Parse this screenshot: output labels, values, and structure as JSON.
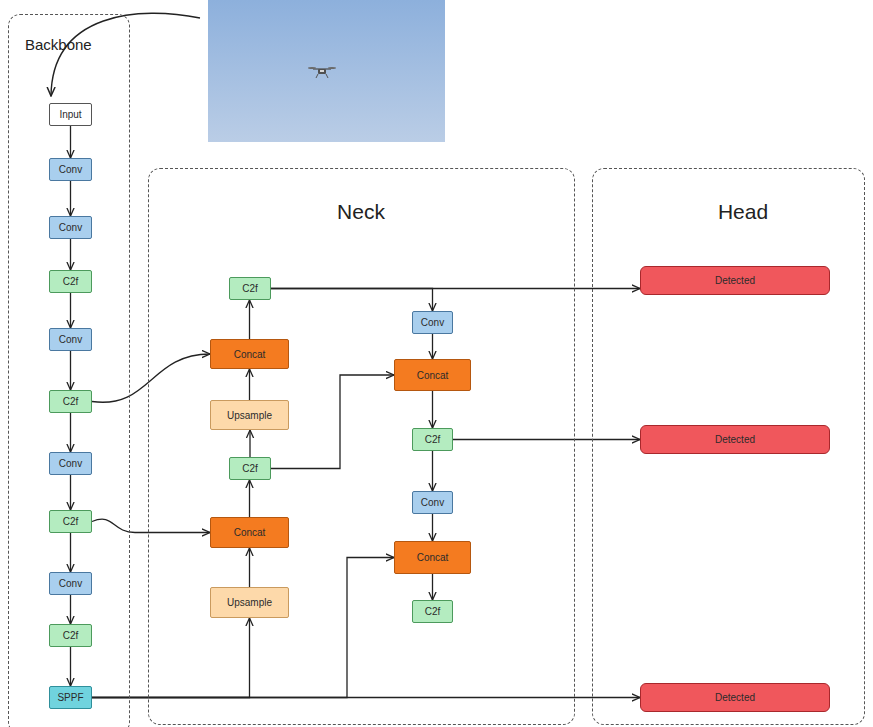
{
  "diagram": {
    "nodes": [
      {
        "text": [
          "Backbone"
        ]
      },
      {
        "text": [
          "Input"
        ],
        "in": 0
      },
      {
        "text": [
          "Conv"
        ],
        "in": 0
      },
      {
        "text": [
          "Conv"
        ],
        "in": 0
      },
      {
        "text": [
          "C2f"
        ],
        "in": 0
      },
      {
        "text": [
          "Conv"
        ],
        "in": 0
      },
      {
        "text": [
          "C2f"
        ],
        "in": 0
      },
      {
        "text": [
          "Conv"
        ],
        "in": 0
      },
      {
        "text": [
          "C2f"
        ],
        "in": 0
      },
      {
        "text": [
          "Conv"
        ],
        "in": 0
      },
      {
        "text": [
          "C2f"
        ],
        "in": 0
      },
      {
        "text": [
          "SPPF"
        ],
        "in": 0
      },
      {
        "text": [
          "Neck"
        ]
      },
      {
        "text": [
          "C2f"
        ],
        "in": 12
      },
      {
        "text": [
          "Concat"
        ],
        "in": 12
      },
      {
        "text": [
          "Upsample"
        ],
        "in": 12
      },
      {
        "text": [
          "C2f"
        ],
        "in": 12
      },
      {
        "text": [
          "Concat"
        ],
        "in": 12
      },
      {
        "text": [
          "Upsample"
        ],
        "in": 12
      },
      {
        "text": [
          "Conv"
        ],
        "in": 12
      },
      {
        "text": [
          "Concat"
        ],
        "in": 12
      },
      {
        "text": [
          "C2f"
        ],
        "in": 12
      },
      {
        "text": [
          "Conv"
        ],
        "in": 12
      },
      {
        "text": [
          "Concat"
        ],
        "in": 12
      },
      {
        "text": [
          "C2f"
        ],
        "in": 12
      },
      {
        "text": [
          "Head"
        ]
      },
      {
        "text": [
          "Detected"
        ],
        "in": 25
      },
      {
        "text": [
          "Detected"
        ],
        "in": 25
      },
      {
        "text": [
          "Detected"
        ],
        "in": 25
      }
    ],
    "edges": [
      {
        "from": 1,
        "to": 2,
        "arrow": "to"
      },
      {
        "from": 2,
        "to": 3,
        "arrow": "to"
      },
      {
        "from": 3,
        "to": 4,
        "arrow": "to"
      },
      {
        "from": 4,
        "to": 5,
        "arrow": "to"
      },
      {
        "from": 5,
        "to": 6,
        "arrow": "to"
      },
      {
        "from": 6,
        "to": 7,
        "arrow": "to"
      },
      {
        "from": 7,
        "to": 8,
        "arrow": "to"
      },
      {
        "from": 8,
        "to": 9,
        "arrow": "to"
      },
      {
        "from": 9,
        "to": 10,
        "arrow": "to"
      },
      {
        "from": 10,
        "to": 11,
        "arrow": "to"
      },
      {
        "from": 6,
        "to": 14,
        "arrow": "to"
      },
      {
        "from": 8,
        "to": 17,
        "arrow": "to"
      },
      {
        "from": 11,
        "to": 18,
        "arrow": "to"
      },
      {
        "from": 11,
        "to": 23,
        "arrow": "to"
      },
      {
        "from": 11,
        "to": 28,
        "arrow": "to"
      },
      {
        "from": 18,
        "to": 17,
        "arrow": "to"
      },
      {
        "from": 17,
        "to": 16,
        "arrow": "to"
      },
      {
        "from": 16,
        "to": 15,
        "arrow": "to"
      },
      {
        "from": 16,
        "to": 20,
        "arrow": "to"
      },
      {
        "from": 15,
        "to": 14,
        "arrow": "to"
      },
      {
        "from": 14,
        "to": 13,
        "arrow": "to"
      },
      {
        "from": 13,
        "to": 26,
        "arrow": "to"
      },
      {
        "from": 13,
        "to": 19,
        "arrow": "to"
      },
      {
        "from": 19,
        "to": 20,
        "arrow": "to"
      },
      {
        "from": 20,
        "to": 21,
        "arrow": "to"
      },
      {
        "from": 21,
        "to": 27,
        "arrow": "to"
      },
      {
        "from": 21,
        "to": 22,
        "arrow": "to"
      },
      {
        "from": 22,
        "to": 23,
        "arrow": "to"
      },
      {
        "from": 23,
        "to": 24,
        "arrow": "to"
      }
    ]
  }
}
